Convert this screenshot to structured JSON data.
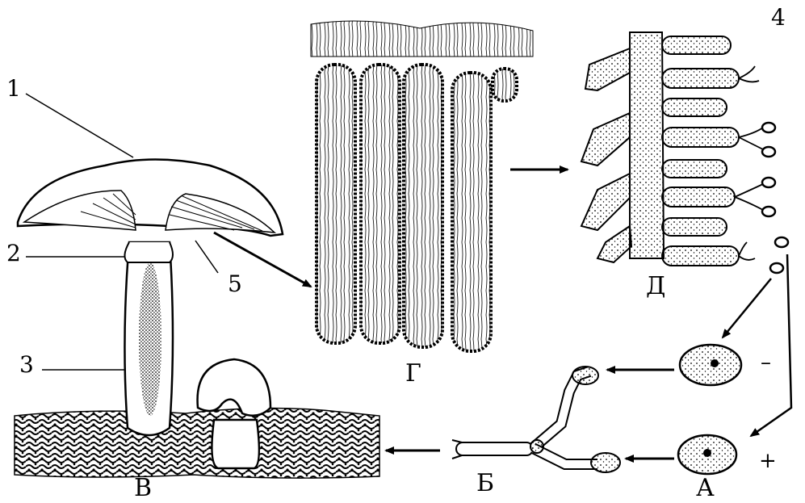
{
  "labels": {
    "part_1": "1",
    "part_2": "2",
    "part_3": "3",
    "part_4": "4",
    "part_5": "5",
    "stage_v": "В",
    "stage_g": "Г",
    "stage_d": "Д",
    "stage_b": "Б",
    "stage_a": "А",
    "minus": "–",
    "plus": "+"
  }
}
